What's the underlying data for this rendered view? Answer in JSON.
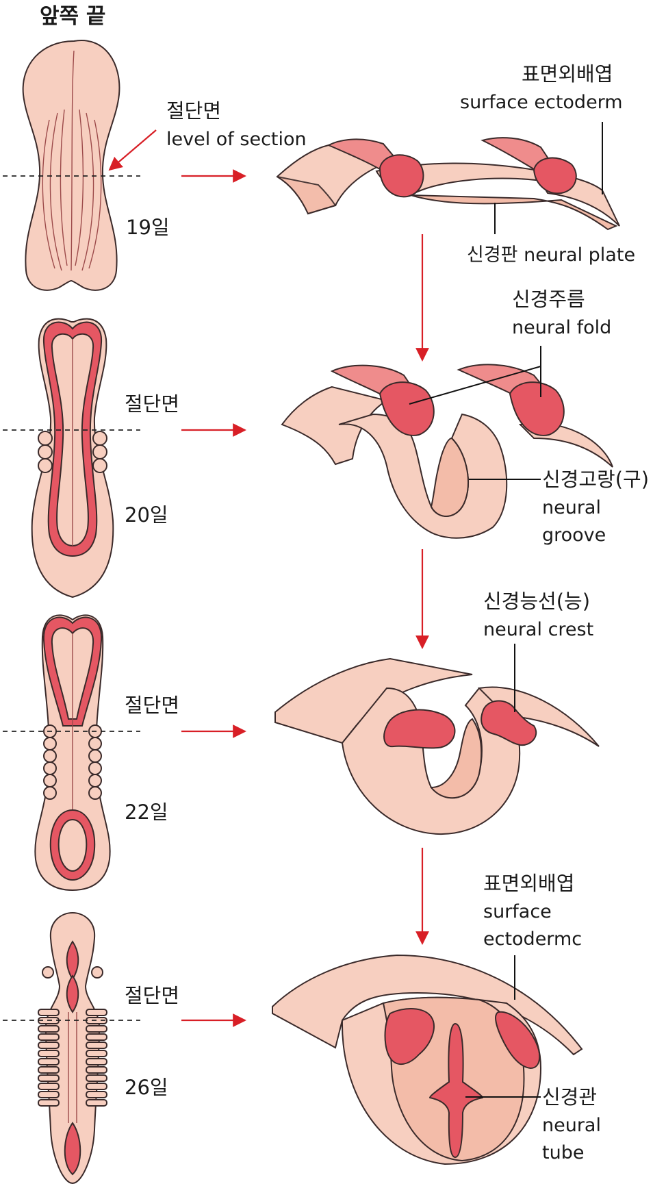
{
  "title": "앞쪽 끝",
  "stages": [
    {
      "day": "19일",
      "section_ko": "절단면",
      "section_en": "level of section"
    },
    {
      "day": "20일",
      "section_ko": "절단면"
    },
    {
      "day": "22일",
      "section_ko": "절단면"
    },
    {
      "day": "26일",
      "section_ko": "절단면"
    }
  ],
  "labels": {
    "surface_ectoderm_1_ko": "표면외배엽",
    "surface_ectoderm_1_en": "surface ectoderm",
    "neural_plate": "신경판 neural plate",
    "neural_fold_ko": "신경주름",
    "neural_fold_en": "neural fold",
    "neural_groove_ko": "신경고랑(구)",
    "neural_groove_en1": "neural",
    "neural_groove_en2": "groove",
    "neural_crest_ko": "신경능선(능)",
    "neural_crest_en": "neural crest",
    "surface_ectoderm_2_ko": "표면외배엽",
    "surface_ectoderm_2_en1": "surface",
    "surface_ectoderm_2_en2": "ectodermc",
    "neural_tube_ko": "신경관",
    "neural_tube_en1": "neural",
    "neural_tube_en2": "tube"
  },
  "colors": {
    "skin": "#f7cfc0",
    "neural_tissue": "#e55763",
    "arrow": "#d81f26"
  }
}
